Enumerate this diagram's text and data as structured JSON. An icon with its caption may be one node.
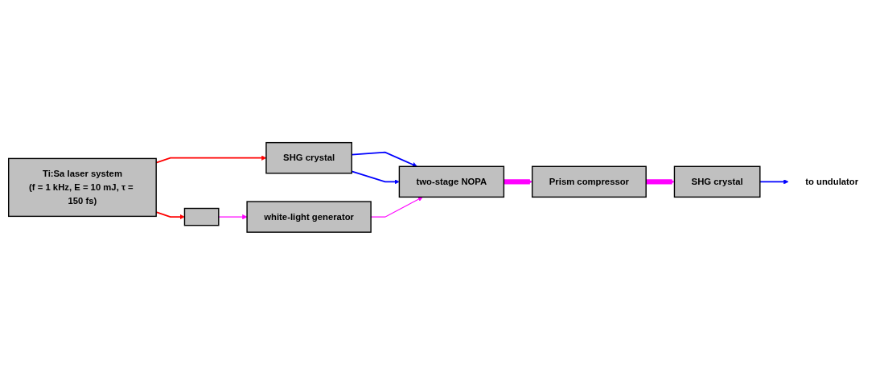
{
  "diagram": {
    "nodes": [
      {
        "text": [
          "Ti:Sa laser system",
          "(f = 1 kHz, E = 10 mJ, τ = 150 fs)"
        ]
      },
      {
        "text": [],
        "shape": "box"
      },
      {
        "text": [
          "white-light generator"
        ]
      },
      {
        "text": [
          "SHG crystal"
        ]
      },
      {
        "text": [
          "two-stage NOPA"
        ]
      },
      {
        "text": [
          "Prism compressor"
        ]
      },
      {
        "text": [
          "SHG crystal"
        ]
      },
      {
        "text": [
          "to undulator"
        ]
      }
    ],
    "edges": [
      {
        "from": 0,
        "to": 1,
        "arrow": "to",
        "color": "#ff0000"
      },
      {
        "from": 0,
        "to": 3,
        "arrow": "to",
        "color": "#ff0000"
      },
      {
        "from": 3,
        "to": 4,
        "arrow": "to",
        "color": "#0000ff"
      },
      {
        "from": 3,
        "to": 4,
        "arrow": "to",
        "color": "#0000ff"
      },
      {
        "from": 1,
        "to": 2,
        "arrow": "to"
      },
      {
        "from": 2,
        "to": 4,
        "arrow": "to"
      },
      {
        "from": 4,
        "to": 5,
        "arrow": "to",
        "style": "thick"
      },
      {
        "from": 5,
        "to": 6,
        "arrow": "to",
        "style": "thick"
      },
      {
        "from": 6,
        "to": 7,
        "arrow": "to",
        "color": "#0000ff"
      }
    ]
  }
}
